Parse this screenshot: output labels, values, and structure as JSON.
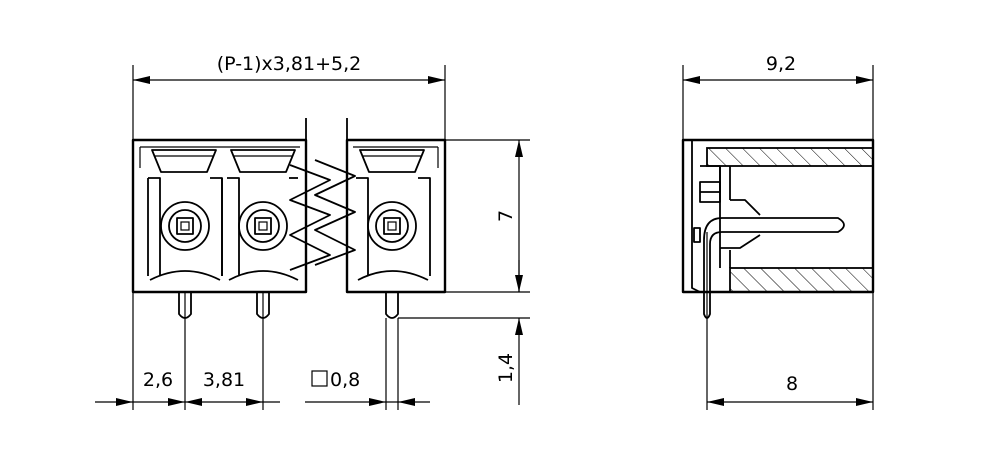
{
  "dimensions": {
    "overall_width": "(P-1)x3,81+5,2",
    "side_width": "9,2",
    "height": "7",
    "pin_length": "1,4",
    "edge_offset": "2,6",
    "pitch": "3,81",
    "pin_size": "0,8",
    "side_depth": "8"
  },
  "colors": {
    "line": "#000000",
    "background": "#ffffff"
  }
}
